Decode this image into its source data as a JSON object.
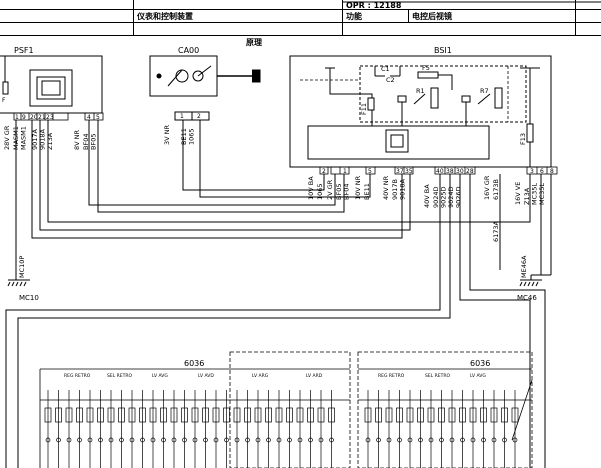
{
  "header": {
    "opr": "OPR : 12188",
    "system": "仪表和控制装置",
    "function_label": "功能",
    "function_value": "电控后视镜"
  },
  "diagram": {
    "title": "原理",
    "components": {
      "psf1": "PSF1",
      "ca00": "CA00",
      "bsi1": "BSI1",
      "f5": "F5",
      "f11": "F11",
      "f13": "F13",
      "r1": "R1",
      "r7": "R7",
      "c1": "C1",
      "c2": "C2",
      "f_psf": "F",
      "ground_mc10p": "MC10P",
      "ground_mc10": "MC10",
      "ground_me46a": "ME46A",
      "ground_mc46": "MC46",
      "module_6036_left": "6036",
      "module_6036_right": "6036"
    },
    "connectors": {
      "psf_pins": [
        "1",
        "9",
        "20",
        "21",
        "23",
        "4",
        "5"
      ],
      "psf_conn1": "28V GR",
      "psf_conn1_wires": "MASM1\nMASM1",
      "psf_conn2": "9017A\n9018A\nZ13A",
      "psf_conn3": "8V NR",
      "psf_conn3_wires": "BF04\nBF05",
      "ca00_conn": "3V NR",
      "ca00_pins": [
        "1",
        "2"
      ],
      "ca00_wires": "BE11\n1065",
      "bsi_conn_a": "10V BA",
      "bsi_conn_a_wire": "1065",
      "bsi_conn_b": "2V GR",
      "bsi_conn_b_wires": "BF05\nBF04",
      "bsi_conn_c": "10V NR",
      "bsi_conn_c_wire": "BE11",
      "bsi_pins_left": [
        "2",
        "1",
        "5"
      ],
      "bsi_conn_d": "40V NR",
      "bsi_conn_d_pins": [
        "37",
        "35"
      ],
      "bsi_conn_d_wires": "9017B\n9018A",
      "bsi_conn_e": "40V BA",
      "bsi_conn_e_pins": [
        "40",
        "38",
        "30",
        "28"
      ],
      "bsi_conn_e_wires": "9024D\n9025D\n9024D\n9026D",
      "bsi_conn_f": "16V GR",
      "bsi_conn_f_wire": "6173B",
      "bsi_conn_g": "16V VE",
      "bsi_conn_g_pins": [
        "3",
        "6",
        "8"
      ],
      "bsi_conn_g_wires": "Z13A\nMC35L\nMC35L",
      "bsi_wire_6173a": "6173A"
    },
    "lower_modules": {
      "labels_left": [
        "REG RETRO",
        "SEL RETRO",
        "LV AVG",
        "LV AVD",
        "LV ARG",
        "LV ARD"
      ],
      "labels_right": [
        "REG RETRO",
        "SEL RETRO",
        "LV AVG"
      ]
    }
  }
}
